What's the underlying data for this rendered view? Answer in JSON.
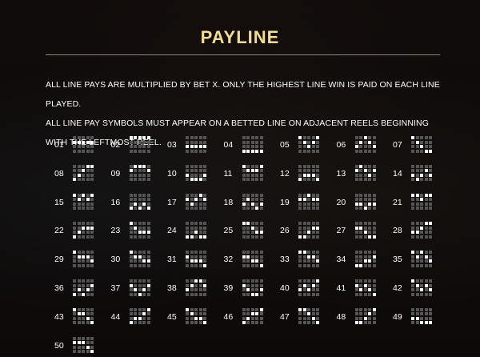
{
  "title": "PAYLINE",
  "description": [
    "ALL LINE PAYS ARE MULTIPLIED BY BET X. ONLY THE HIGHEST LINE WIN IS PAID ON EACH LINE PLAYED.",
    "ALL LINE PAY SYMBOLS MUST APPEAR ON A BETTED LINE ON ADJACENT REELS BEGINNING WITH THE LEFTMOST REEL."
  ],
  "paylines": [
    {
      "label": "01",
      "rows": [
        1,
        1,
        1,
        1,
        1
      ]
    },
    {
      "label": "02",
      "rows": [
        0,
        0,
        0,
        0,
        0
      ]
    },
    {
      "label": "03",
      "rows": [
        2,
        2,
        2,
        2,
        2
      ]
    },
    {
      "label": "04",
      "rows": [
        3,
        3,
        3,
        3,
        3
      ]
    },
    {
      "label": "05",
      "rows": [
        0,
        1,
        2,
        1,
        0
      ]
    },
    {
      "label": "06",
      "rows": [
        2,
        1,
        0,
        1,
        2
      ]
    },
    {
      "label": "07",
      "rows": [
        0,
        1,
        2,
        3,
        3
      ]
    },
    {
      "label": "08",
      "rows": [
        3,
        2,
        1,
        0,
        0
      ]
    },
    {
      "label": "09",
      "rows": [
        1,
        0,
        0,
        0,
        1
      ]
    },
    {
      "label": "10",
      "rows": [
        2,
        3,
        3,
        3,
        2
      ]
    },
    {
      "label": "11",
      "rows": [
        0,
        1,
        1,
        1,
        0
      ]
    },
    {
      "label": "12",
      "rows": [
        3,
        2,
        2,
        2,
        3
      ]
    },
    {
      "label": "13",
      "rows": [
        1,
        0,
        1,
        2,
        1
      ]
    },
    {
      "label": "14",
      "rows": [
        2,
        3,
        2,
        1,
        2
      ]
    },
    {
      "label": "15",
      "rows": [
        0,
        1,
        0,
        1,
        0
      ]
    },
    {
      "label": "16",
      "rows": [
        3,
        2,
        3,
        2,
        3
      ]
    },
    {
      "label": "17",
      "rows": [
        1,
        2,
        1,
        0,
        1
      ]
    },
    {
      "label": "18",
      "rows": [
        2,
        1,
        2,
        3,
        2
      ]
    },
    {
      "label": "19",
      "rows": [
        1,
        1,
        0,
        1,
        1
      ]
    },
    {
      "label": "20",
      "rows": [
        2,
        2,
        3,
        2,
        2
      ]
    },
    {
      "label": "21",
      "rows": [
        0,
        0,
        1,
        0,
        0
      ]
    },
    {
      "label": "22",
      "rows": [
        3,
        2,
        1,
        1,
        1
      ]
    },
    {
      "label": "23",
      "rows": [
        0,
        1,
        2,
        2,
        2
      ]
    },
    {
      "label": "24",
      "rows": [
        3,
        3,
        2,
        3,
        3
      ]
    },
    {
      "label": "25",
      "rows": [
        0,
        0,
        1,
        2,
        2
      ]
    },
    {
      "label": "26",
      "rows": [
        3,
        3,
        2,
        1,
        1
      ]
    },
    {
      "label": "27",
      "rows": [
        1,
        1,
        2,
        3,
        3
      ]
    },
    {
      "label": "28",
      "rows": [
        2,
        2,
        1,
        0,
        0
      ]
    },
    {
      "label": "29",
      "rows": [
        0,
        1,
        1,
        1,
        2
      ]
    },
    {
      "label": "30",
      "rows": [
        0,
        1,
        1,
        2,
        2
      ]
    },
    {
      "label": "31",
      "rows": [
        1,
        2,
        2,
        2,
        3
      ]
    },
    {
      "label": "32",
      "rows": [
        1,
        1,
        2,
        2,
        3
      ]
    },
    {
      "label": "33",
      "rows": [
        0,
        0,
        1,
        1,
        2
      ]
    },
    {
      "label": "34",
      "rows": [
        3,
        3,
        2,
        2,
        1
      ]
    },
    {
      "label": "35",
      "rows": [
        0,
        1,
        0,
        1,
        2
      ]
    },
    {
      "label": "36",
      "rows": [
        3,
        2,
        3,
        2,
        1
      ]
    },
    {
      "label": "37",
      "rows": [
        1,
        2,
        3,
        2,
        1
      ]
    },
    {
      "label": "38",
      "rows": [
        2,
        1,
        0,
        0,
        1
      ]
    },
    {
      "label": "39",
      "rows": [
        1,
        2,
        3,
        3,
        2
      ]
    },
    {
      "label": "40",
      "rows": [
        2,
        1,
        2,
        1,
        0
      ]
    },
    {
      "label": "41",
      "rows": [
        1,
        2,
        1,
        2,
        3
      ]
    },
    {
      "label": "42",
      "rows": [
        0,
        1,
        2,
        1,
        2
      ]
    },
    {
      "label": "43",
      "rows": [
        0,
        1,
        1,
        2,
        3
      ]
    },
    {
      "label": "44",
      "rows": [
        3,
        2,
        2,
        1,
        0
      ]
    },
    {
      "label": "45",
      "rows": [
        0,
        1,
        2,
        2,
        3
      ]
    },
    {
      "label": "46",
      "rows": [
        3,
        2,
        1,
        1,
        0
      ]
    },
    {
      "label": "47",
      "rows": [
        0,
        0,
        1,
        2,
        3
      ]
    },
    {
      "label": "48",
      "rows": [
        3,
        3,
        2,
        1,
        0
      ]
    },
    {
      "label": "49",
      "rows": [
        2,
        2,
        3,
        3,
        3
      ]
    },
    {
      "label": "50",
      "rows": [
        1,
        1,
        1,
        2,
        3
      ]
    }
  ],
  "colors": {
    "title": "#f1dc93",
    "cell_on": "#ffffff",
    "cell_off": "#555555"
  }
}
